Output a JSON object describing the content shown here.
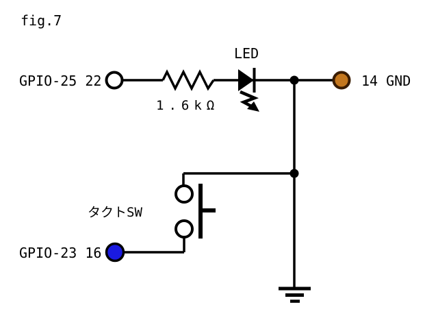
{
  "figure": {
    "caption": "fig.7"
  },
  "colors": {
    "background": "#ffffff",
    "line": "#000000",
    "text": "#000000",
    "gpio25_terminal_fill": "#ffffff",
    "gnd_terminal_fill": "#c4771e",
    "gnd_terminal_ring": "#3a1c00",
    "gpio23_terminal_fill": "#1a1ae0"
  },
  "circuit": {
    "pins": [
      {
        "id": "gpio25",
        "label": "GPIO-25 22"
      },
      {
        "id": "gnd",
        "label": "14 GND"
      },
      {
        "id": "gpio23",
        "label": "GPIO-23 16"
      }
    ],
    "components": [
      {
        "id": "resistor",
        "type": "resistor",
        "label": "1.6kΩ"
      },
      {
        "id": "led",
        "type": "led",
        "label": "LED"
      },
      {
        "id": "tact_switch",
        "type": "push-button",
        "label": "タクトSW"
      }
    ]
  }
}
